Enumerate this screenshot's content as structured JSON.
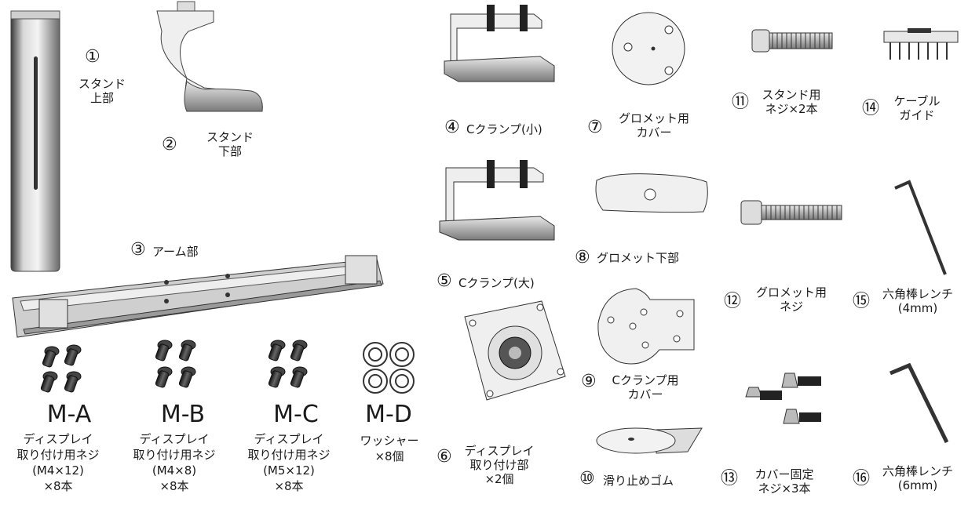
{
  "parts": {
    "p1": {
      "num": "①",
      "line1": "スタンド",
      "line2": "上部"
    },
    "p2": {
      "num": "②",
      "line1": "スタンド",
      "line2": "下部"
    },
    "p3": {
      "num": "③",
      "line1": "アーム部"
    },
    "p4": {
      "num": "④",
      "line1": "Cクランプ(小)"
    },
    "p5": {
      "num": "⑤",
      "line1": "Cクランプ(大)"
    },
    "p6": {
      "num": "⑥",
      "line1": "ディスプレイ",
      "line2": "取り付け部",
      "line3": "×2個"
    },
    "p7": {
      "num": "⑦",
      "line1": "グロメット用",
      "line2": "カバー"
    },
    "p8": {
      "num": "⑧",
      "line1": "グロメット下部"
    },
    "p9": {
      "num": "⑨",
      "line1": "Cクランプ用",
      "line2": "カバー"
    },
    "p10": {
      "num": "⑩",
      "line1": "滑り止めゴム"
    },
    "p11": {
      "num": "⑪",
      "line1": "スタンド用",
      "line2": "ネジ×2本"
    },
    "p12": {
      "num": "⑫",
      "line1": "グロメット用",
      "line2": "ネジ"
    },
    "p13": {
      "num": "⑬",
      "line1": "カバー固定",
      "line2": "ネジ×3本"
    },
    "p14": {
      "num": "⑭",
      "line1": "ケーブル",
      "line2": "ガイド"
    },
    "p15": {
      "num": "⑮",
      "line1": "六角棒レンチ",
      "line2": "(4mm)"
    },
    "p16": {
      "num": "⑯",
      "line1": "六角棒レンチ",
      "line2": "(6mm)"
    }
  },
  "screws": {
    "ma": {
      "code": "M-A",
      "line1": "ディスプレイ",
      "line2": "取り付け用ネジ",
      "line3": "(M4×12)",
      "line4": "×8本"
    },
    "mb": {
      "code": "M-B",
      "line1": "ディスプレイ",
      "line2": "取り付け用ネジ",
      "line3": "(M4×8)",
      "line4": "×8本"
    },
    "mc": {
      "code": "M-C",
      "line1": "ディスプレイ",
      "line2": "取り付け用ネジ",
      "line3": "(M5×12)",
      "line4": "×8本"
    },
    "md": {
      "code": "M-D",
      "line1": "ワッシャー",
      "line2": "×8個"
    }
  }
}
